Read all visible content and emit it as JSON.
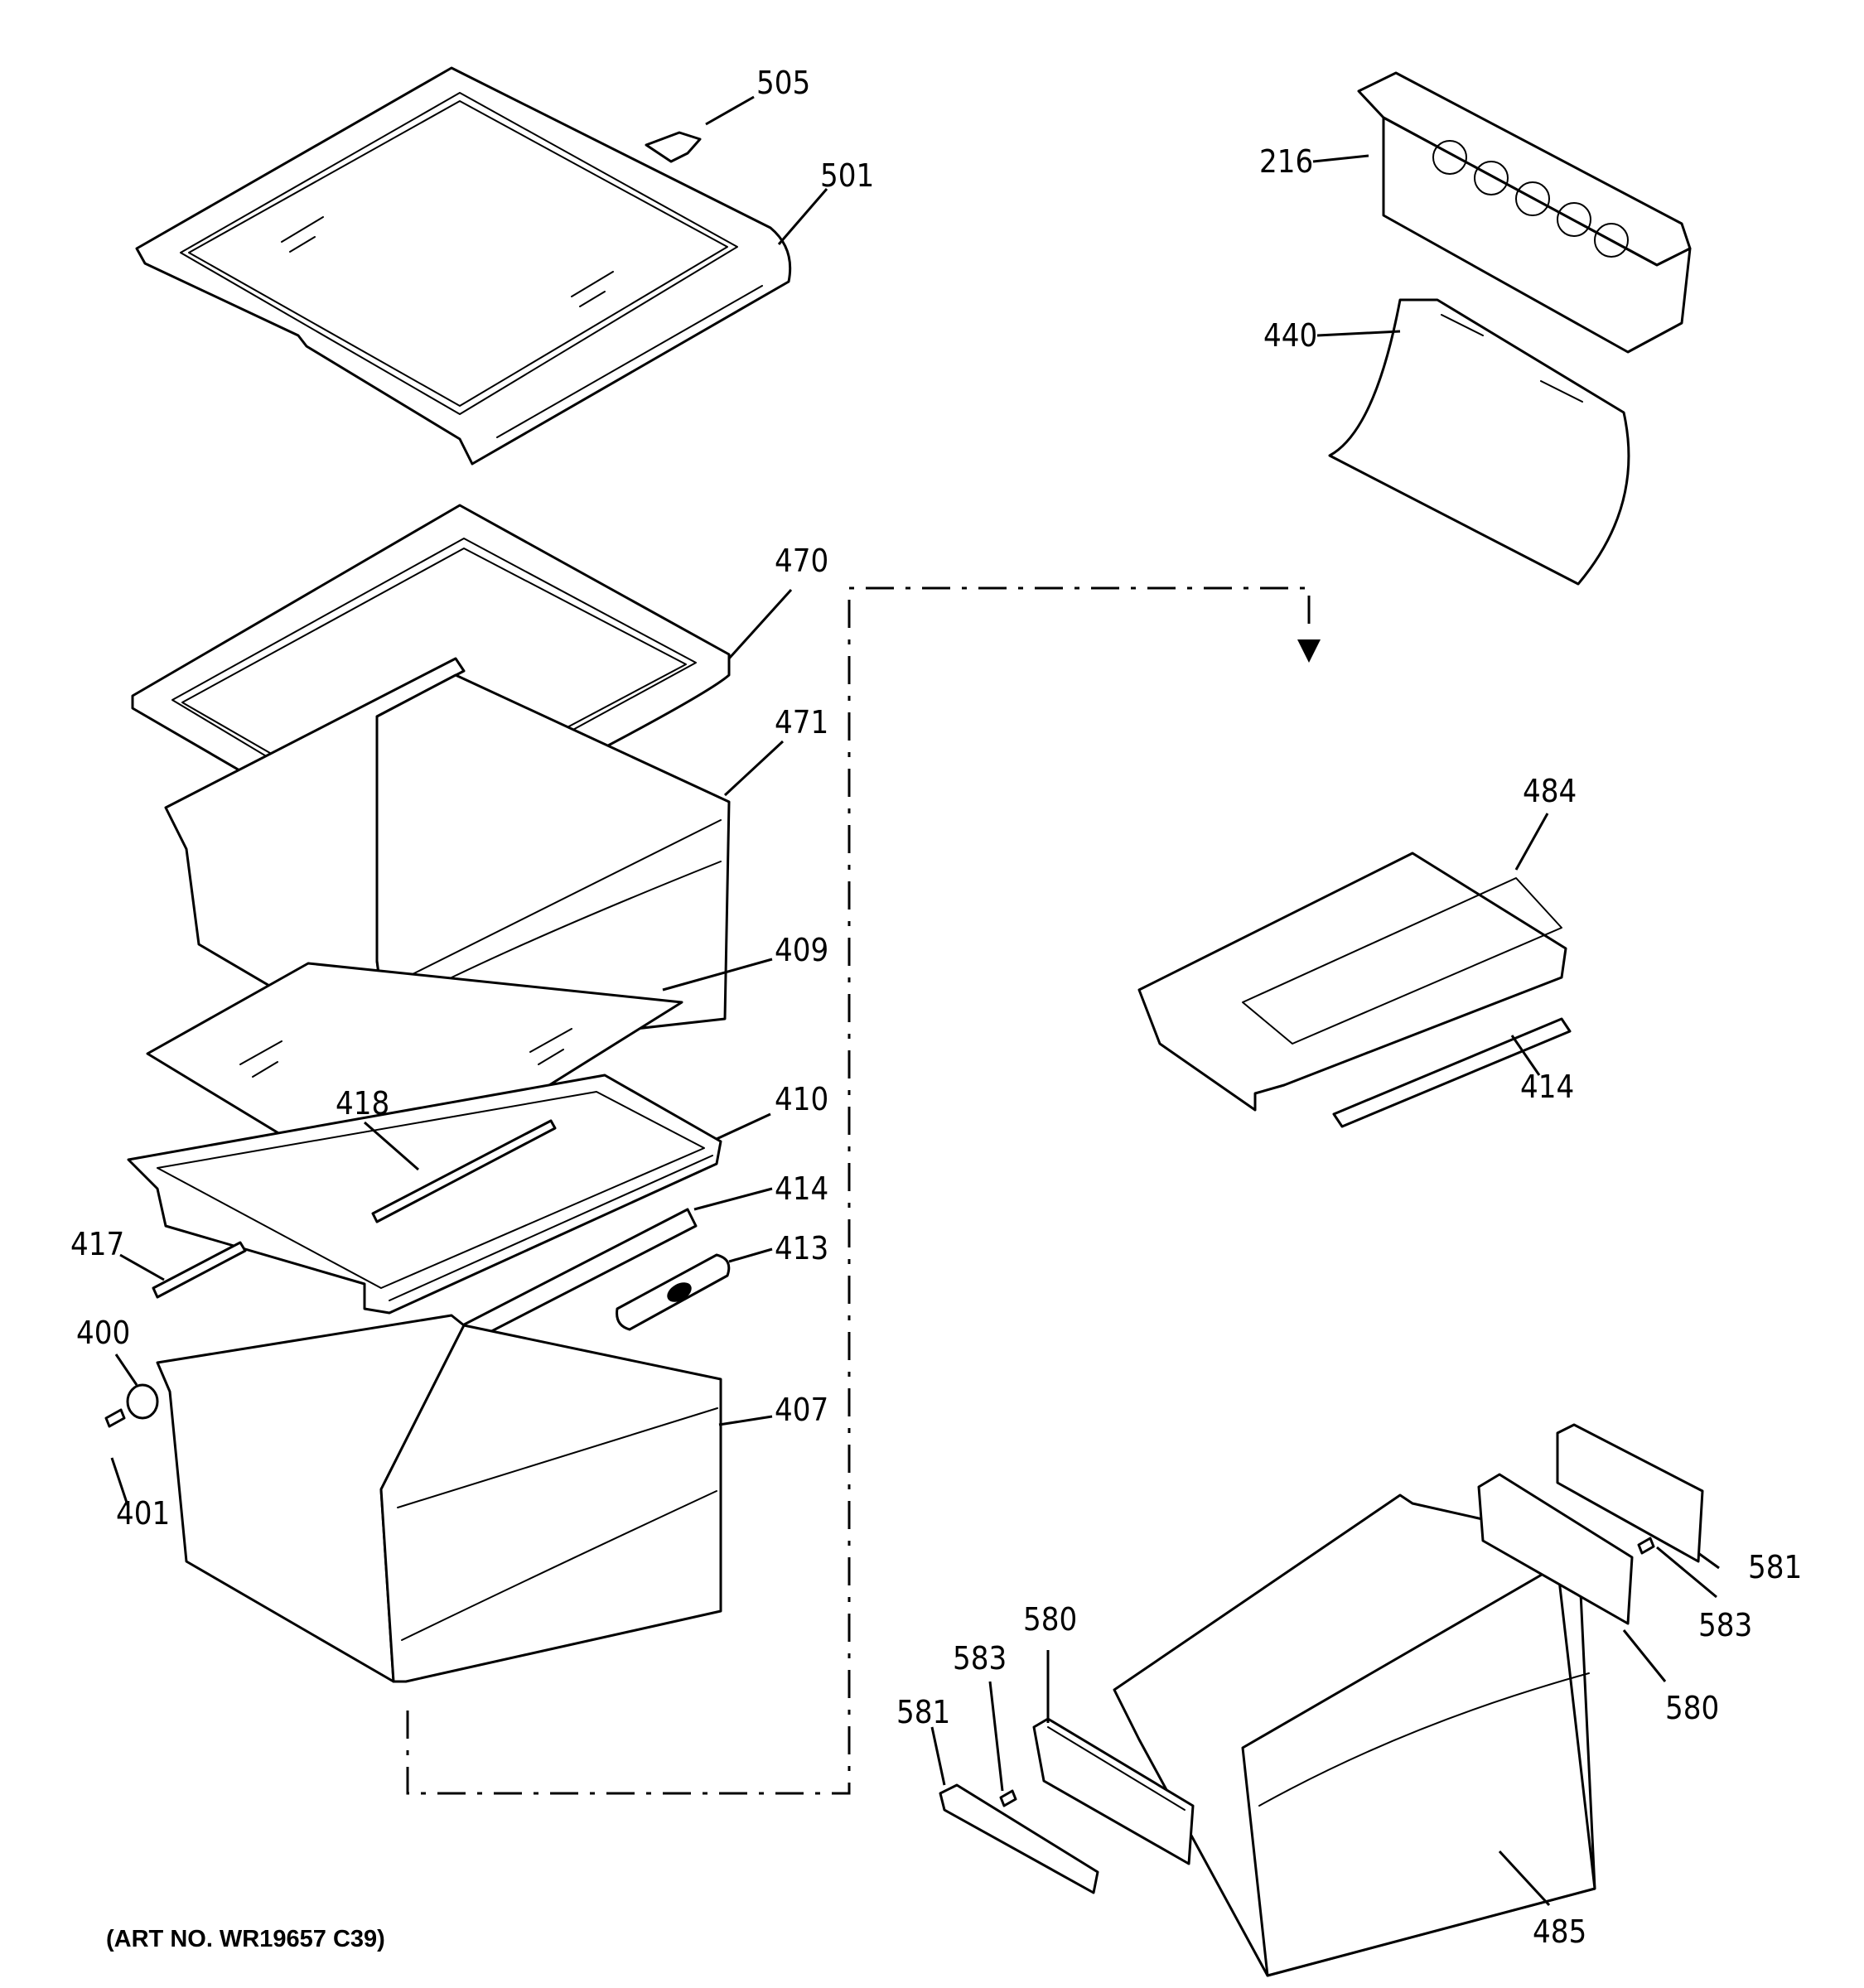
{
  "callouts": {
    "c505": "505",
    "c501": "501",
    "c216": "216",
    "c440": "440",
    "c470": "470",
    "c471": "471",
    "c409": "409",
    "c418": "418",
    "c410": "410",
    "c414a": "414",
    "c417": "417",
    "c413": "413",
    "c400": "400",
    "c407": "407",
    "c401": "401",
    "c484": "484",
    "c414b": "414",
    "c581a": "581",
    "c583a": "583",
    "c580a": "580",
    "c581b": "581",
    "c583b": "583",
    "c580b": "580",
    "c485": "485"
  },
  "art_number": "(ART NO. WR19657 C39)"
}
